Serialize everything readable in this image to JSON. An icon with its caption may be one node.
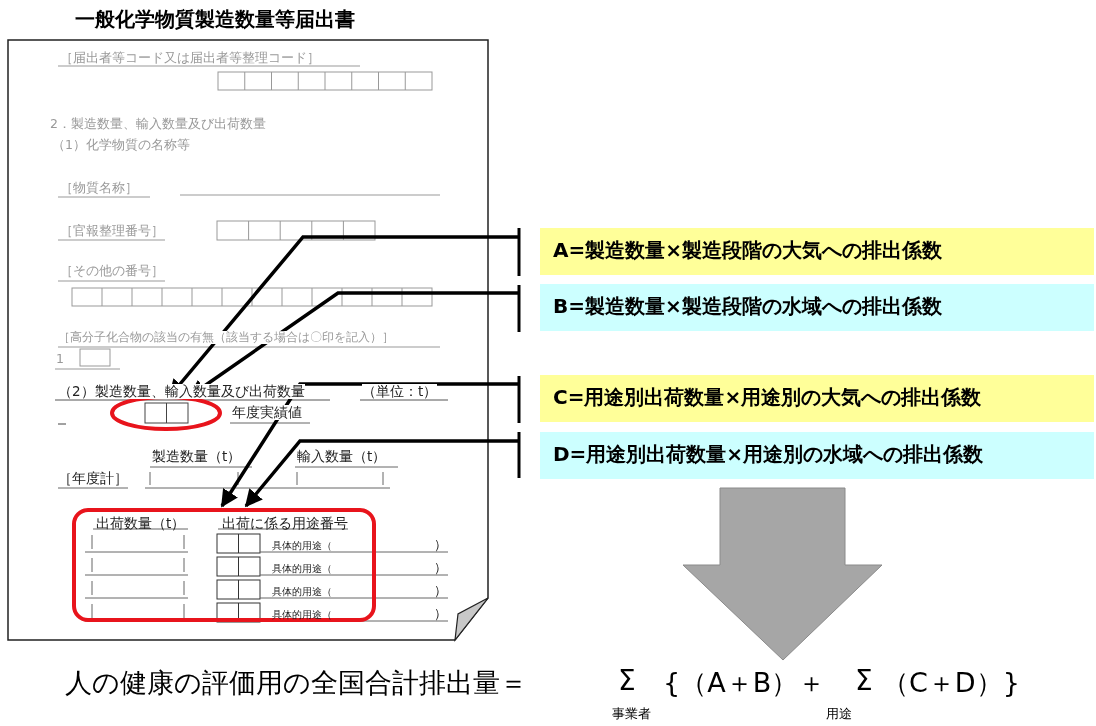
{
  "diagram": {
    "title": "一般化学物質製造数量等届出書",
    "nodes": [
      {
        "text": [],
        "shape": "ellipse"
      },
      {
        "text": [
          "出荷数量（t）",
          "出荷に係る用途番号",
          "具体的用途（",
          "）",
          "具体的用途（",
          "）",
          "具体的用途（",
          "）",
          "具体的用途（",
          "）"
        ]
      },
      {
        "text": [
          "A=製造数量×製造段階の大気への排出係数"
        ]
      },
      {
        "text": [
          "B=製造数量×製造段階の水域への排出係数"
        ]
      },
      {
        "text": [
          "C=用途別出荷数量×用途別の大気への排出係数"
        ]
      },
      {
        "text": [
          "D=用途別出荷数量×用途別の水域への排出係数"
        ]
      }
    ],
    "edges": [
      {
        "from": 2,
        "to": 0,
        "arrow": "to"
      },
      {
        "from": 3,
        "to": 0,
        "arrow": "to"
      },
      {
        "from": 4,
        "to": 1,
        "arrow": "to"
      },
      {
        "from": 5,
        "to": 1,
        "arrow": "to"
      }
    ],
    "labels": [
      "［届出者等コード又は届出者等整理コード］",
      "2．製造数量、輸入数量及び出荷数量",
      "（1）化学物質の名称等",
      "［物質名称］",
      "［官報整理番号］",
      "［その他の番号］",
      "［高分子化合物の該当の有無（該当する場合は〇印を記入）］",
      "1",
      "（2）製造数量、輸入数量及び出荷数量",
      "（単位：t）",
      "年度実績値",
      "製造数量（t）",
      "輸入数量（t）",
      "［年度計］",
      "人の健康の評価用の全国合計排出量＝",
      "Σ",
      "事業者",
      "{（A＋B）＋",
      "Σ",
      "用途",
      "（C＋D）}"
    ]
  }
}
